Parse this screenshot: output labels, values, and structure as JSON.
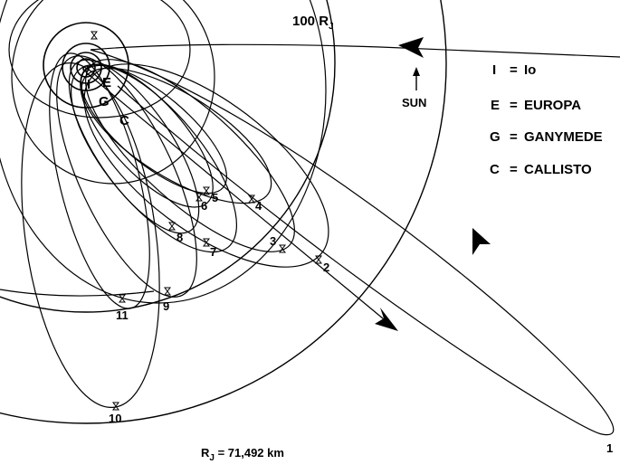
{
  "diagram": {
    "scale_ring_label": "100 R",
    "scale_ring_subscript": "J",
    "sun_label": "SUN",
    "footnote_prefix": "R",
    "footnote_subscript": "J",
    "footnote_value": " = 71,492 km",
    "moon_letters": {
      "io": "I",
      "europa": "E",
      "ganymede": "G",
      "callisto": "C"
    },
    "legend": [
      {
        "letter": "I",
        "eq": "=",
        "name": "Io"
      },
      {
        "letter": "E",
        "eq": "=",
        "name": "EUROPA"
      },
      {
        "letter": "G",
        "eq": "=",
        "name": "GANYMEDE"
      },
      {
        "letter": "C",
        "eq": "=",
        "name": "CALLISTO"
      }
    ],
    "orbit_numbers": [
      "1",
      "2",
      "3",
      "4",
      "5",
      "6",
      "7",
      "8",
      "9",
      "10",
      "11"
    ]
  }
}
